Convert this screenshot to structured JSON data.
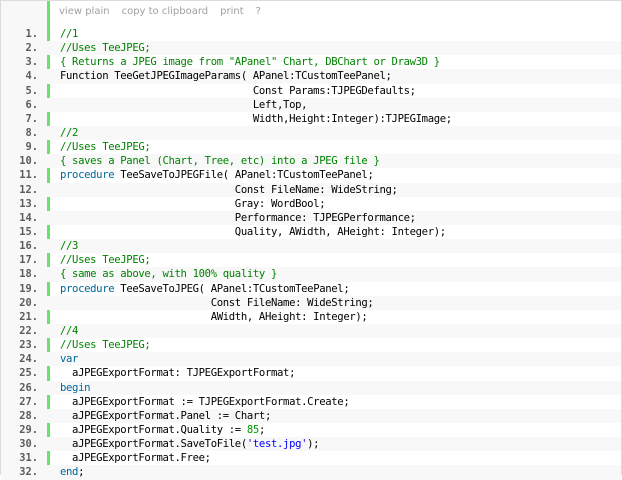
{
  "colors": {
    "comment": "#008200",
    "keyword": "#006699",
    "string": "#0000ff",
    "number": "#009900",
    "plain": "#000000",
    "line_number": "#5c5c5c",
    "gutter_bar": "#6ce26c",
    "toolbar_link": "#a0a0a0"
  },
  "toolbar": {
    "view_plain": "view plain",
    "copy_to_clipboard": "copy to clipboard",
    "print": "print",
    "help": "?"
  },
  "lines": [
    {
      "num": "1.",
      "tokens": [
        {
          "t": "//1",
          "c": "comment"
        }
      ]
    },
    {
      "num": "2.",
      "tokens": [
        {
          "t": "//Uses TeeJPEG;",
          "c": "comment"
        }
      ]
    },
    {
      "num": "3.",
      "tokens": [
        {
          "t": "{ Returns a JPEG image from \"APanel\" Chart, DBChart or Draw3D }",
          "c": "comment"
        }
      ]
    },
    {
      "num": "4.",
      "tokens": [
        {
          "t": "Function TeeGetJPEGImageParams( APanel:TCustomTeePanel;",
          "c": "plain"
        }
      ]
    },
    {
      "num": "5.",
      "tokens": [
        {
          "t": "                                Const Params:TJPEGDefaults;",
          "c": "plain"
        }
      ]
    },
    {
      "num": "6.",
      "tokens": [
        {
          "t": "                                Left,Top,",
          "c": "plain"
        }
      ]
    },
    {
      "num": "7.",
      "tokens": [
        {
          "t": "                                Width,Height:Integer):TJPEGImage;",
          "c": "plain"
        }
      ]
    },
    {
      "num": "8.",
      "tokens": [
        {
          "t": "//2",
          "c": "comment"
        }
      ]
    },
    {
      "num": "9.",
      "tokens": [
        {
          "t": "//Uses TeeJPEG;",
          "c": "comment"
        }
      ]
    },
    {
      "num": "10.",
      "tokens": [
        {
          "t": "{ saves a Panel (Chart, Tree, etc) into a JPEG file }",
          "c": "comment"
        }
      ]
    },
    {
      "num": "11.",
      "tokens": [
        {
          "t": "procedure",
          "c": "keyword"
        },
        {
          "t": " TeeSaveToJPEGFile( APanel:TCustomTeePanel;",
          "c": "plain"
        }
      ]
    },
    {
      "num": "12.",
      "tokens": [
        {
          "t": "                             Const FileName: WideString;",
          "c": "plain"
        }
      ]
    },
    {
      "num": "13.",
      "tokens": [
        {
          "t": "                             Gray: WordBool;",
          "c": "plain"
        }
      ]
    },
    {
      "num": "14.",
      "tokens": [
        {
          "t": "                             Performance: TJPEGPerformance;",
          "c": "plain"
        }
      ]
    },
    {
      "num": "15.",
      "tokens": [
        {
          "t": "                             Quality, AWidth, AHeight: Integer);",
          "c": "plain"
        }
      ]
    },
    {
      "num": "16.",
      "tokens": [
        {
          "t": "//3",
          "c": "comment"
        }
      ]
    },
    {
      "num": "17.",
      "tokens": [
        {
          "t": "//Uses TeeJPEG;",
          "c": "comment"
        }
      ]
    },
    {
      "num": "18.",
      "tokens": [
        {
          "t": "{ same as above, with 100% quality }",
          "c": "comment"
        }
      ]
    },
    {
      "num": "19.",
      "tokens": [
        {
          "t": "procedure",
          "c": "keyword"
        },
        {
          "t": " TeeSaveToJPEG( APanel:TCustomTeePanel;",
          "c": "plain"
        }
      ]
    },
    {
      "num": "20.",
      "tokens": [
        {
          "t": "                         Const FileName: WideString;",
          "c": "plain"
        }
      ]
    },
    {
      "num": "21.",
      "tokens": [
        {
          "t": "                         AWidth, AHeight: Integer);",
          "c": "plain"
        }
      ]
    },
    {
      "num": "22.",
      "tokens": [
        {
          "t": "//4",
          "c": "comment"
        }
      ]
    },
    {
      "num": "23.",
      "tokens": [
        {
          "t": "//Uses TeeJPEG;",
          "c": "comment"
        }
      ]
    },
    {
      "num": "24.",
      "tokens": [
        {
          "t": "var",
          "c": "keyword"
        }
      ]
    },
    {
      "num": "25.",
      "tokens": [
        {
          "t": "  aJPEGExportFormat: TJPEGExportFormat;",
          "c": "plain"
        }
      ]
    },
    {
      "num": "26.",
      "tokens": [
        {
          "t": "begin",
          "c": "keyword"
        }
      ]
    },
    {
      "num": "27.",
      "tokens": [
        {
          "t": "  aJPEGExportFormat := TJPEGExportFormat.Create;",
          "c": "plain"
        }
      ]
    },
    {
      "num": "28.",
      "tokens": [
        {
          "t": "  aJPEGExportFormat.Panel := Chart;",
          "c": "plain"
        }
      ]
    },
    {
      "num": "29.",
      "tokens": [
        {
          "t": "  aJPEGExportFormat.Quality := ",
          "c": "plain"
        },
        {
          "t": "85",
          "c": "number"
        },
        {
          "t": ";",
          "c": "plain"
        }
      ]
    },
    {
      "num": "30.",
      "tokens": [
        {
          "t": "  aJPEGExportFormat.SaveToFile(",
          "c": "plain"
        },
        {
          "t": "'test.jpg'",
          "c": "string"
        },
        {
          "t": ");",
          "c": "plain"
        }
      ]
    },
    {
      "num": "31.",
      "tokens": [
        {
          "t": "  aJPEGExportFormat.Free;",
          "c": "plain"
        }
      ]
    },
    {
      "num": "32.",
      "tokens": [
        {
          "t": "end",
          "c": "keyword"
        },
        {
          "t": ";",
          "c": "plain"
        }
      ]
    }
  ]
}
